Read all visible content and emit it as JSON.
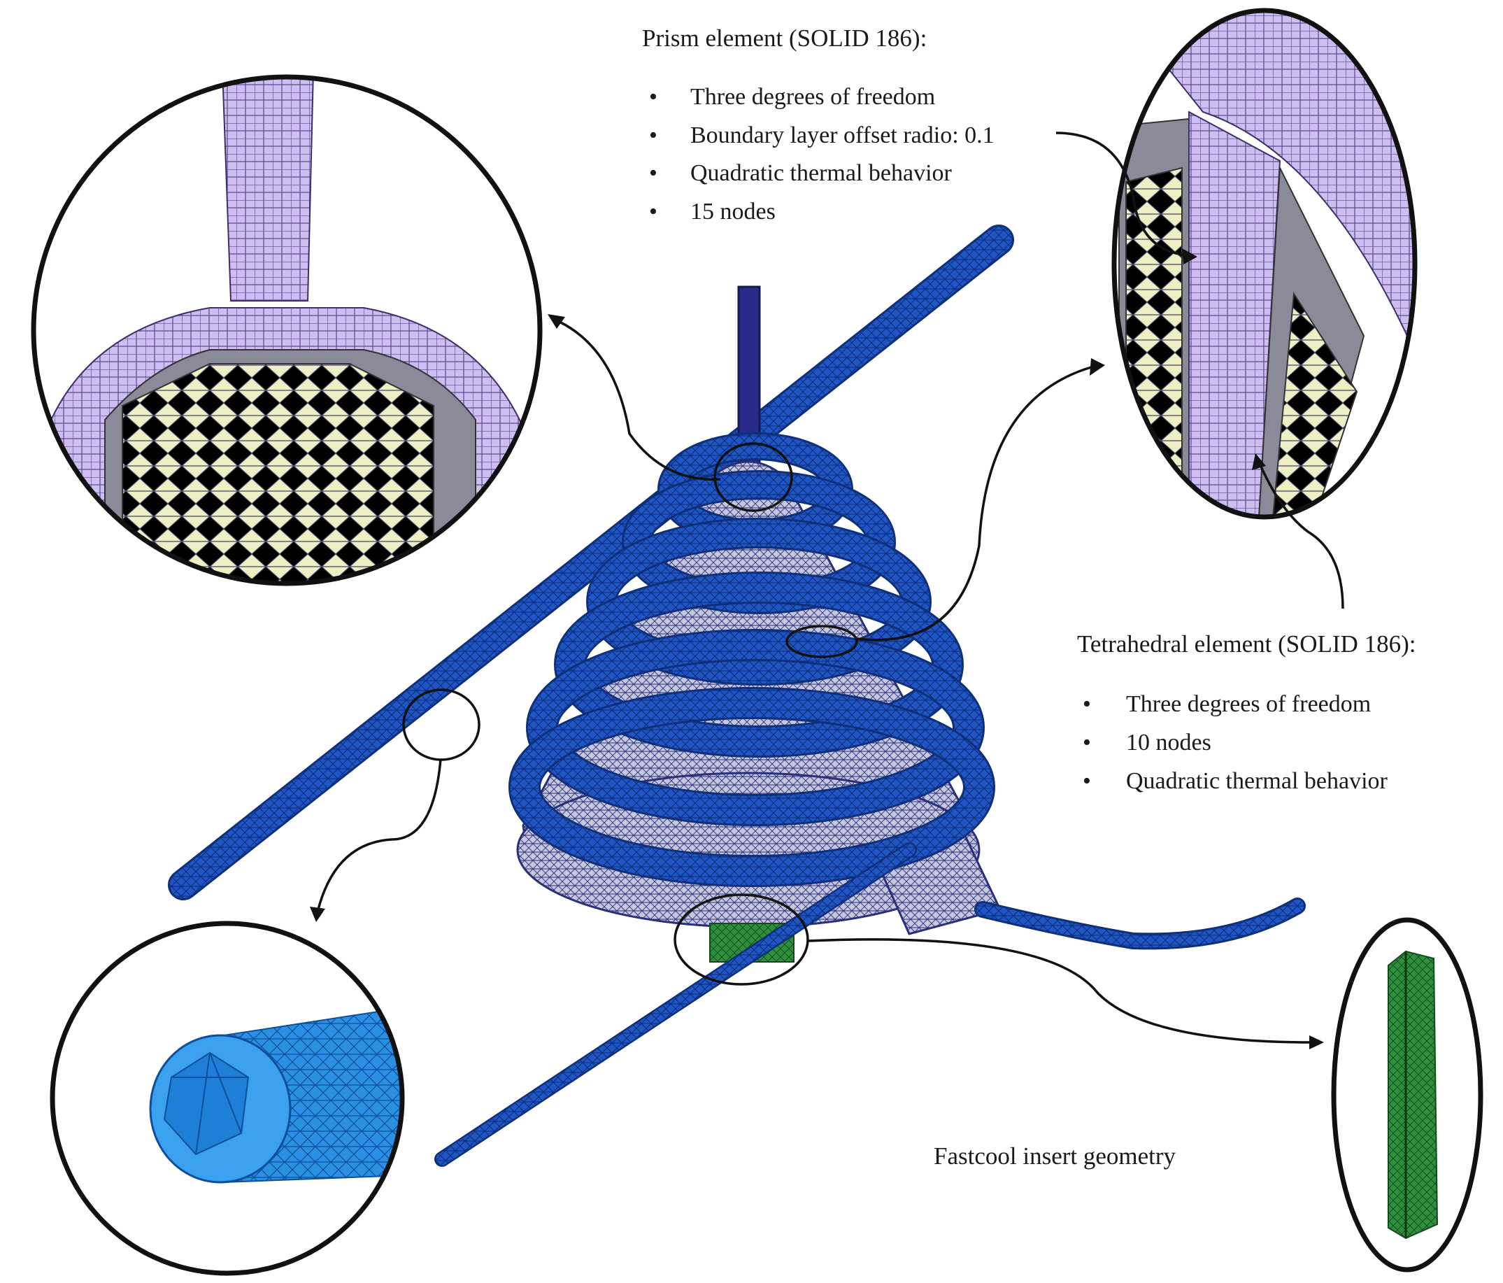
{
  "prism": {
    "heading": "Prism element (SOLID 186):",
    "items": [
      "Three degrees of freedom",
      "Boundary layer offset radio: 0.1",
      "Quadratic thermal behavior",
      "15 nodes"
    ]
  },
  "tetra": {
    "heading": "Tetrahedral element (SOLID 186):",
    "items": [
      "Three degrees of freedom",
      "10 nodes",
      "Quadratic thermal behavior"
    ]
  },
  "insert_caption": "Fastcool insert geometry",
  "bullet_glyph": "•",
  "colors": {
    "coil_blue": "#1a4fb8",
    "coil_dark": "#0e2f7a",
    "mesh_grey": "#b9bdd6",
    "prism_purple": "#c8b6ea",
    "tetra_yellow": "#eeeec0",
    "insert_green": "#2e8b3a",
    "tube_light_blue": "#2f8fe0"
  }
}
